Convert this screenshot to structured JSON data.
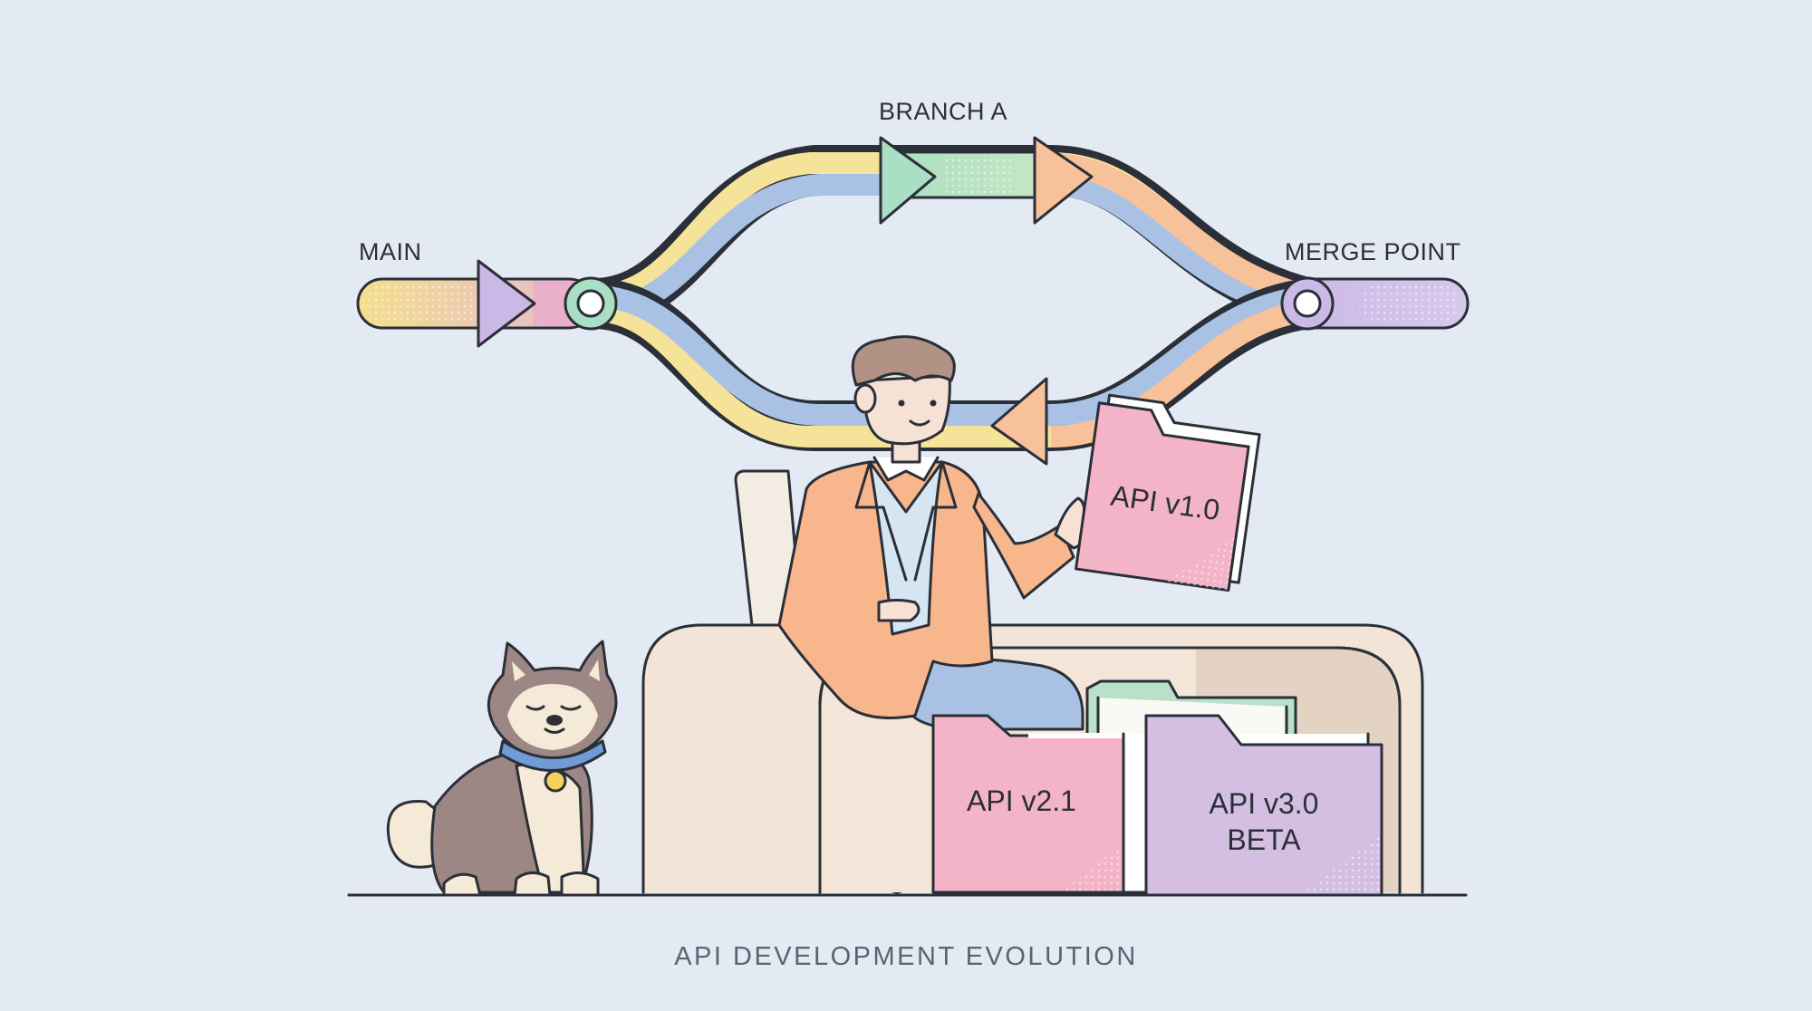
{
  "labels": {
    "main": "MAIN",
    "branch_a": "BRANCH A",
    "merge_point": "MERGE POINT"
  },
  "folders": {
    "held": {
      "text": "API v1.0",
      "color": "#f4b4c8"
    },
    "desk_pink": {
      "text": "API v2.1",
      "color": "#f4b4c8"
    },
    "desk_purple": {
      "line1": "API v3.0",
      "line2": "BETA",
      "color": "#d4bfe3"
    },
    "desk_green": {
      "color": "#b9e0c8"
    }
  },
  "caption": "API DEVELOPMENT EVOLUTION",
  "colors": {
    "background": "#e4eaf3",
    "outline": "#2b2f38",
    "yellow": "#f6e39a",
    "blue": "#a9c1e3",
    "orange": "#f7c19a",
    "green": "#a9dfc2",
    "purple": "#cbb8e6",
    "pink": "#eab0c9",
    "jacket": "#f7b68c",
    "desk": "#f2e4d6",
    "dog_fur": "#9c8784",
    "dog_cream": "#f5ead8",
    "collar": "#6f9bd6",
    "tag": "#f4d25a"
  },
  "icons": [
    "person",
    "dog",
    "desk",
    "chair",
    "folder-icon"
  ]
}
